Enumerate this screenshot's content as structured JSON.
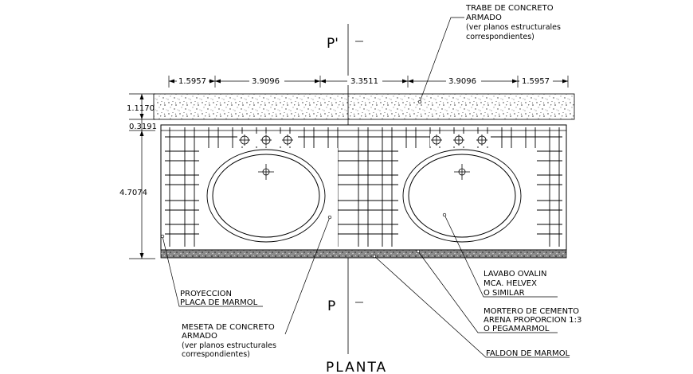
{
  "dimensions": {
    "top": [
      "1.5957",
      "3.9096",
      "3.3511",
      "3.9096",
      "1.5957"
    ],
    "left": [
      "1.1170",
      "0.3191",
      "4.7074"
    ]
  },
  "section_marks": {
    "top": "P'",
    "bottom": "P"
  },
  "notes": {
    "trabe": {
      "line1": "TRABE DE CONCRETO",
      "line2": "ARMADO",
      "line3": "(ver planos estructurales",
      "line4": "correspondientes)"
    },
    "proyeccion": {
      "line1": "PROYECCION",
      "line2": "PLACA DE MARMOL"
    },
    "meseta": {
      "line1": "MESETA DE CONCRETO",
      "line2": "ARMADO",
      "line3": "(ver planos estructurales",
      "line4": "correspondientes)"
    },
    "lavabo": {
      "line1": "LAVABO OVALIN",
      "line2": "MCA. HELVEX",
      "line3": "O SIMILAR"
    },
    "mortero": {
      "line1": "MORTERO DE CEMENTO",
      "line2": "ARENA PROPORCION 1:3",
      "line3": "O PEGAMARMOL"
    },
    "faldon": {
      "line1": "FALDON DE MARMOL"
    }
  },
  "title": "PLANTA"
}
